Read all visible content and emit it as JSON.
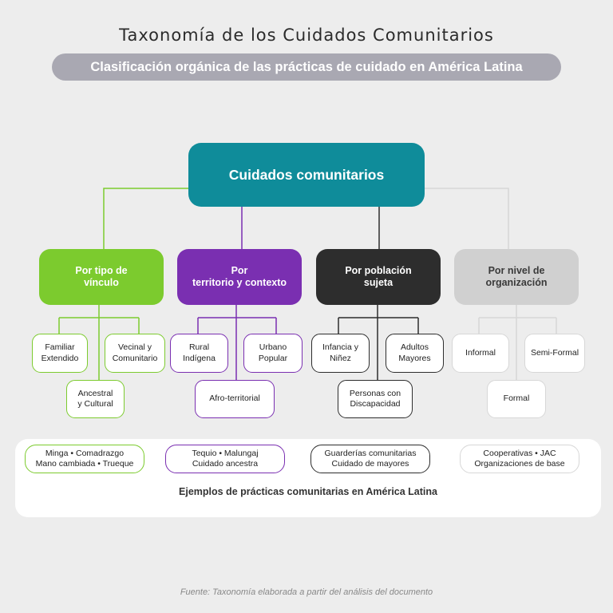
{
  "title": "Taxonomía de los Cuidados Comunitarios",
  "subtitle": "Clasificación orgánica de las prácticas de cuidado en América Latina",
  "root": "Cuidados comunitarios",
  "colors": {
    "root": "#0f8c9a",
    "vinculo": "#7ccb2e",
    "territorio": "#7a2fb1",
    "poblacion": "#2d2d2d",
    "organizacion": "#d0d0d0"
  },
  "categories": [
    {
      "label_1": "Por tipo de",
      "label_2": "vínculo",
      "leaves": [
        {
          "l1": "Familiar",
          "l2": "Extendido"
        },
        {
          "l1": "Vecinal y",
          "l2": "Comunitario"
        },
        {
          "l1": "Ancestral",
          "l2": "y Cultural"
        }
      ]
    },
    {
      "label_1": "Por",
      "label_2": "territorio y contexto",
      "leaves": [
        {
          "l1": "Rural",
          "l2": "Indígena"
        },
        {
          "l1": "Urbano",
          "l2": "Popular"
        },
        {
          "l1": "Afro-territorial",
          "l2": ""
        }
      ]
    },
    {
      "label_1": "Por población",
      "label_2": "sujeta",
      "leaves": [
        {
          "l1": "Infancia y",
          "l2": "Niñez"
        },
        {
          "l1": "Adultos",
          "l2": "Mayores"
        },
        {
          "l1": "Personas con",
          "l2": "Discapacidad"
        }
      ]
    },
    {
      "label_1": "Por nivel de",
      "label_2": "organización",
      "leaves": [
        {
          "l1": "Informal",
          "l2": ""
        },
        {
          "l1": "Semi-Formal",
          "l2": ""
        },
        {
          "l1": "Formal",
          "l2": ""
        }
      ]
    }
  ],
  "examples": [
    {
      "l1": "Minga • Comadrazgo",
      "l2": "Mano cambiada • Trueque"
    },
    {
      "l1": "Tequio • Malungaj",
      "l2": "Cuidado ancestra"
    },
    {
      "l1": "Guarderías comunitarias",
      "l2": "Cuidado de mayores"
    },
    {
      "l1": "Cooperativas • JAC",
      "l2": "Organizaciones de base"
    }
  ],
  "examples_caption": "Ejemplos de prácticas comunitarias en América Latina",
  "source": "Fuente: Taxonomía elaborada a partir del análisis del documento"
}
